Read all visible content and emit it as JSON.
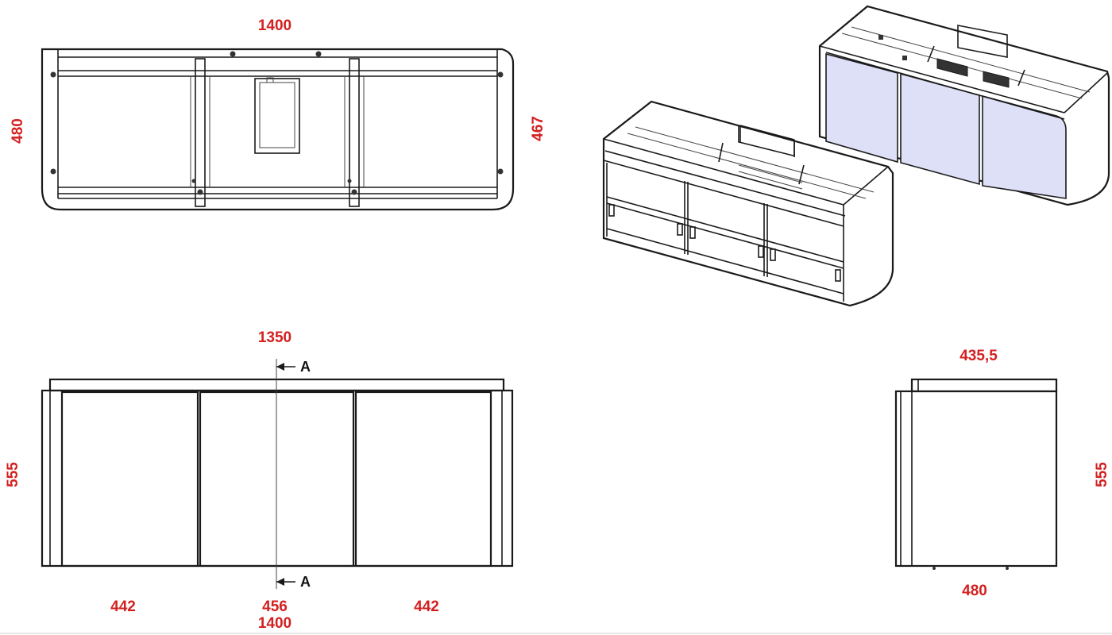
{
  "top_view": {
    "width_label": "1400",
    "depth_label": "480",
    "inner_depth_label": "467"
  },
  "front_view": {
    "top_width_label": "1350",
    "height_label": "555",
    "door_left_label": "442",
    "door_center_label": "456",
    "door_right_label": "442",
    "total_width_label": "1400",
    "section_marker_top": "A",
    "section_marker_bottom": "A"
  },
  "side_view": {
    "top_depth_label": "435,5",
    "height_label": "555",
    "depth_label": "480"
  },
  "colors": {
    "dimension_text": "#d42020",
    "line": "#1a1a1a",
    "door_fill_iso": "#dde0f7"
  },
  "icons": [
    "section-arrow-icon"
  ]
}
